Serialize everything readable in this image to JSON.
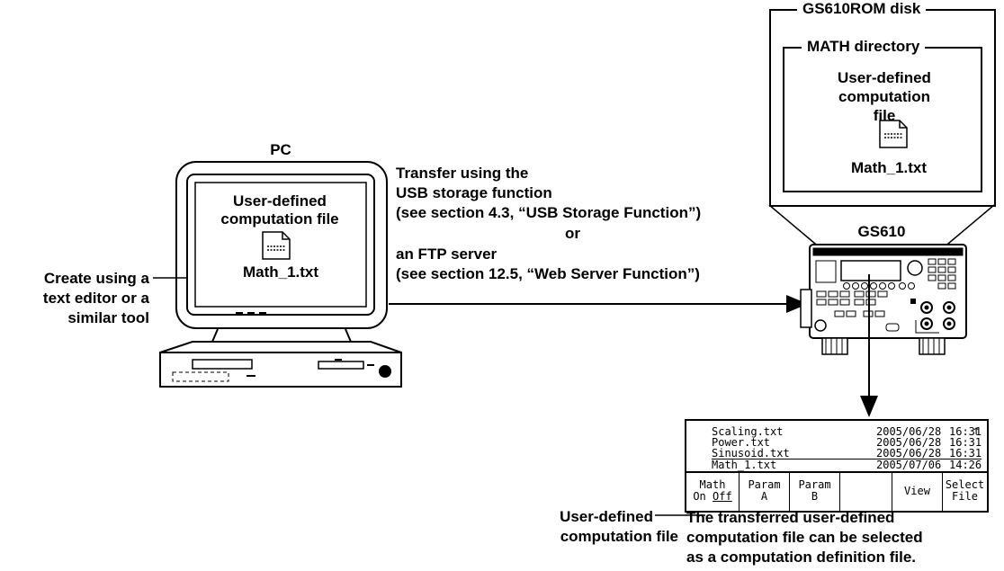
{
  "disk": {
    "title": "GS610ROM disk"
  },
  "math_dir": {
    "title": "MATH directory",
    "file_label": "User-defined computation file",
    "file_name": "Math_1.txt"
  },
  "pc": {
    "title": "PC",
    "screen_title": "User-defined computation file",
    "file_name": "Math_1.txt",
    "create_note": [
      "Create using a",
      "text editor or a",
      "similar tool"
    ]
  },
  "transfer": {
    "lines": [
      "Transfer using the",
      "USB storage function",
      "(see section 4.3, “USB Storage Function”)",
      "or",
      "an FTP server",
      "(see section 12.5, “Web Server Function”)"
    ]
  },
  "device": {
    "title": "GS610"
  },
  "lcd": {
    "files": [
      {
        "name": "Scaling.txt",
        "date": "2005/06/28",
        "time": "16:31"
      },
      {
        "name": "Power.txt",
        "date": "2005/06/28",
        "time": "16:31"
      },
      {
        "name": "Sinusoid.txt",
        "date": "2005/06/28",
        "time": "16:31"
      },
      {
        "name": "Math_1.txt",
        "date": "2005/07/06",
        "time": "14:26"
      }
    ],
    "scroll_glyph": "↑",
    "softkeys": [
      {
        "l1": "Math",
        "l2": "On Off"
      },
      {
        "l1": "Param",
        "l2": "A"
      },
      {
        "l1": "Param",
        "l2": "B"
      },
      {
        "l1": "",
        "l2": ""
      },
      {
        "l1": "View",
        "l2": ""
      },
      {
        "l1": "Select",
        "l2": "File"
      }
    ]
  },
  "lcd_label": [
    "User-defined",
    "computation file"
  ],
  "caption": [
    "The transferred user-defined",
    "computation file can be selected",
    "as a computation definition file."
  ]
}
